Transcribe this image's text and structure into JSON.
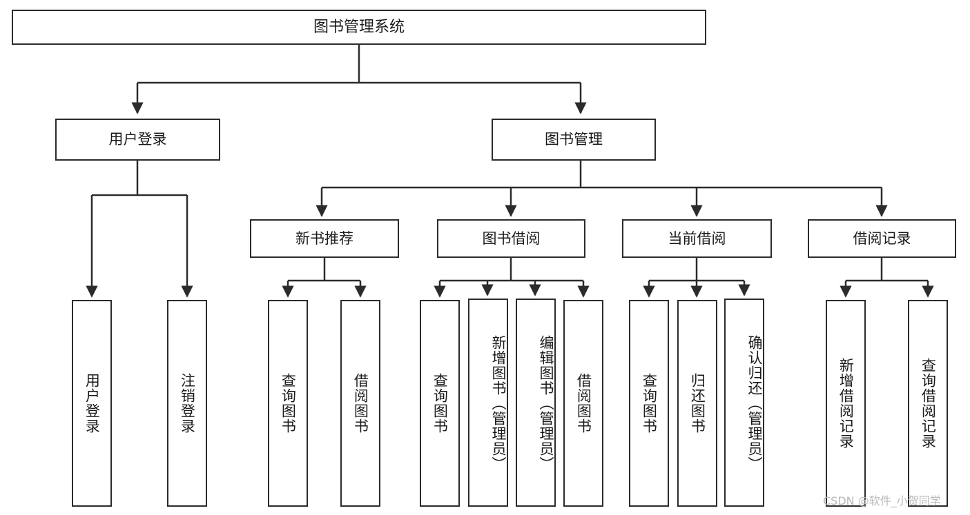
{
  "diagram": {
    "title": "图书管理系统",
    "type": "tree",
    "root": {
      "id": "root",
      "label": "图书管理系统"
    },
    "level2": [
      {
        "id": "user-login",
        "label": "用户登录"
      },
      {
        "id": "book-management",
        "label": "图书管理"
      }
    ],
    "level3": [
      {
        "id": "new-book-recommend",
        "label": "新书推荐",
        "parent": "book-management"
      },
      {
        "id": "book-borrow",
        "label": "图书借阅",
        "parent": "book-management"
      },
      {
        "id": "current-borrow",
        "label": "当前借阅",
        "parent": "book-management"
      },
      {
        "id": "borrow-record",
        "label": "借阅记录",
        "parent": "book-management"
      }
    ],
    "leaves": [
      {
        "id": "leaf-user-login",
        "label": "用户登录",
        "parent": "user-login"
      },
      {
        "id": "leaf-user-logout",
        "label": "注销登录",
        "parent": "user-login"
      },
      {
        "id": "leaf-query-book-1",
        "label": "查询图书",
        "parent": "new-book-recommend"
      },
      {
        "id": "leaf-borrow-book-1",
        "label": "借阅图书",
        "parent": "new-book-recommend"
      },
      {
        "id": "leaf-query-book-2",
        "label": "查询图书",
        "parent": "book-borrow"
      },
      {
        "id": "leaf-add-book",
        "label": "新增图书（管理员）",
        "parent": "book-borrow"
      },
      {
        "id": "leaf-edit-book",
        "label": "编辑图书（管理员）",
        "parent": "book-borrow"
      },
      {
        "id": "leaf-borrow-book-2",
        "label": "借阅图书",
        "parent": "book-borrow"
      },
      {
        "id": "leaf-query-book-3",
        "label": "查询图书",
        "parent": "current-borrow"
      },
      {
        "id": "leaf-return-book",
        "label": "归还图书",
        "parent": "current-borrow"
      },
      {
        "id": "leaf-confirm-return",
        "label": "确认归还（管理员）",
        "parent": "current-borrow"
      },
      {
        "id": "leaf-add-record",
        "label": "新增借阅记录",
        "parent": "borrow-record"
      },
      {
        "id": "leaf-query-record",
        "label": "查询借阅记录",
        "parent": "borrow-record"
      }
    ],
    "colors": {
      "stroke": "#2b2b2b",
      "fill": "#ffffff",
      "text": "#1a1a1a",
      "watermark": "#b8b8b8"
    }
  },
  "watermark": {
    "text": "CSDN @软件_小贺同学"
  }
}
